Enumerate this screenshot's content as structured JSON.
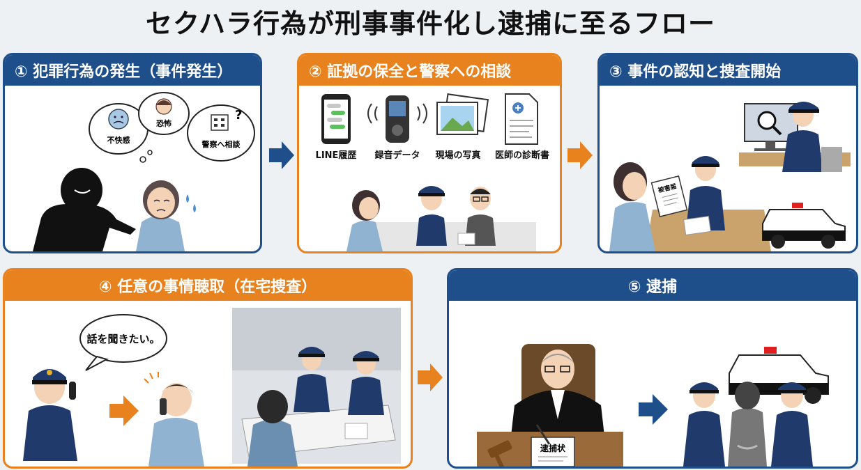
{
  "title": "セクハラ行為が刑事事件化し逮捕に至るフロー",
  "steps": [
    {
      "label": "① 犯罪行為の発生（事件発生）",
      "bubbles": [
        "不快感",
        "恐怖",
        "警察へ相談"
      ]
    },
    {
      "label": "② 証拠の保全と警察への相談",
      "evidence": [
        "LINE履歴",
        "録音データ",
        "現場の写真",
        "医師の診断書"
      ]
    },
    {
      "label": "③ 事件の認知と捜査開始",
      "document": "被害届"
    },
    {
      "label": "④ 任意の事情聴取（在宅捜査）",
      "speech": "話を聞きたい。"
    },
    {
      "label": "⑤ 逮捕",
      "document": "逮捕状"
    }
  ],
  "colors": {
    "blue": "#1f4f8b",
    "orange": "#e8821e",
    "uniform": "#1f3a6b"
  }
}
